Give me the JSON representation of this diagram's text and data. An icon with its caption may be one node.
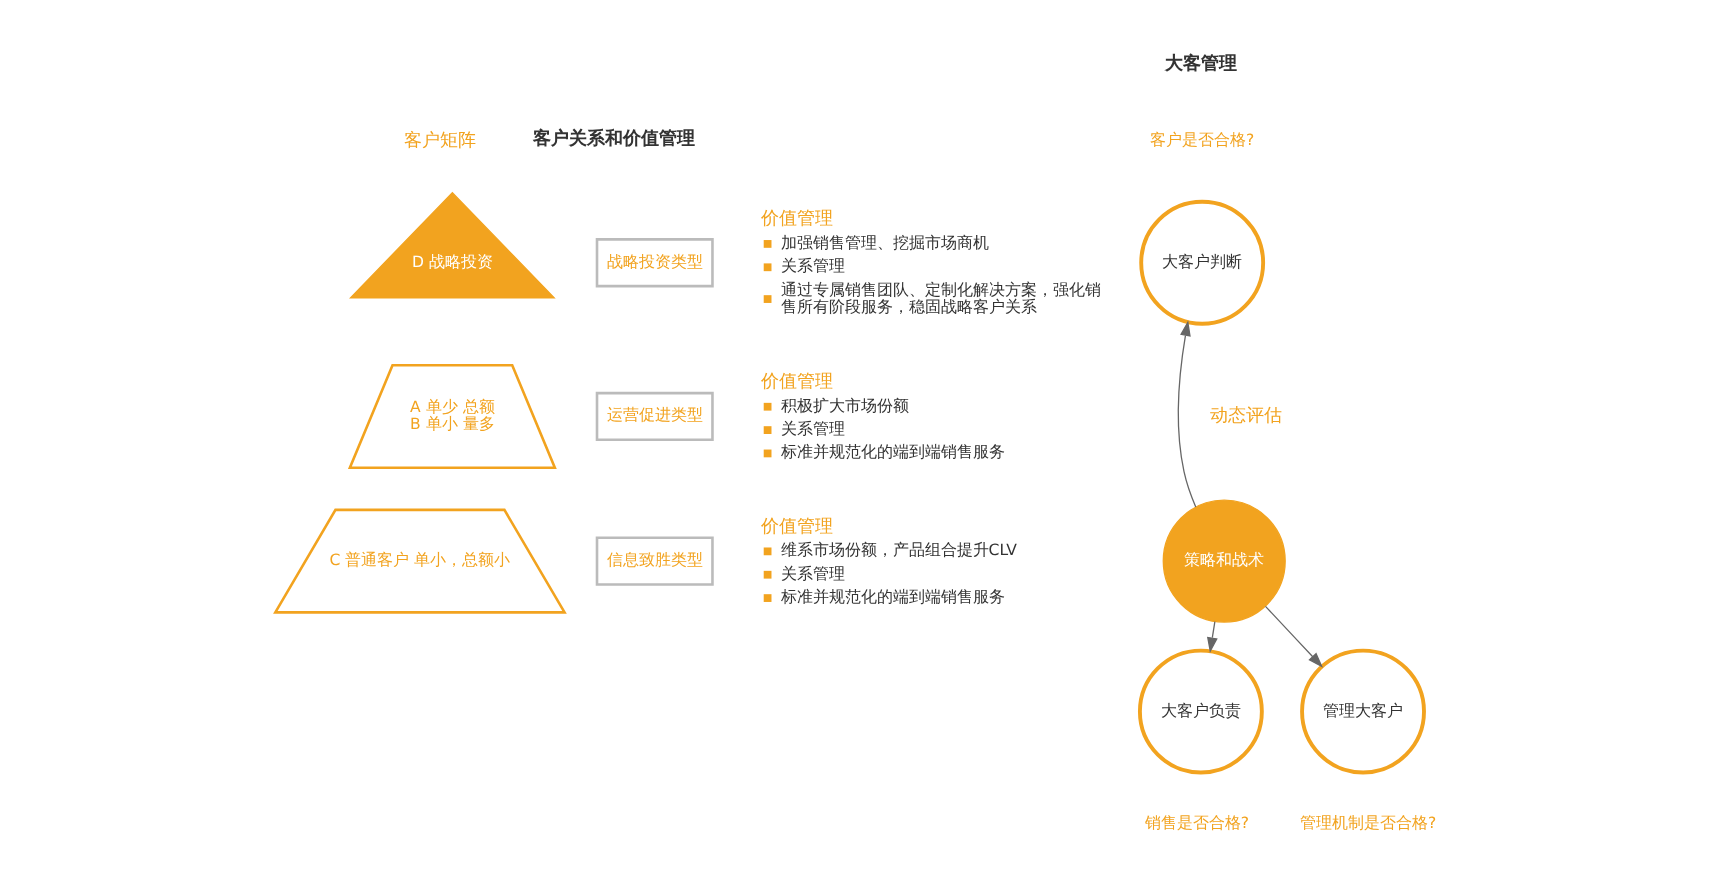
{
  "diagram": {
    "nodes": [
      {
        "text": [
          "D 战略投资"
        ]
      },
      {
        "text": [
          "A 单少 总额",
          "B 单小 量多"
        ]
      },
      {
        "text": [
          "C 普通客户 单小，总额小"
        ]
      },
      {
        "text": [
          "战略投资类型"
        ],
        "beside": [
          "价值管理",
          "加强销售管理、挖掘市场商机",
          "关系管理",
          "通过专属销售团队、定制化解决方案，强化销售所有阶段服务，稳固战略客户关系"
        ]
      },
      {
        "text": [
          "运营促进类型"
        ],
        "beside": [
          "价值管理",
          "积极扩大市场份额",
          "关系管理",
          "标准并规范化的端到端销售服务"
        ]
      },
      {
        "text": [
          "信息致胜类型"
        ],
        "beside": [
          "价值管理",
          "维系市场份额，产品组合提升CLV",
          "关系管理",
          "标准并规范化的端到端销售服务"
        ]
      },
      {
        "text": [
          "策略和战术"
        ]
      },
      {
        "text": [
          "大客户判断"
        ],
        "beside": [
          "客户是否合格?"
        ]
      },
      {
        "text": [
          "大客户负责"
        ],
        "beside": [
          "销售是否合格?"
        ]
      },
      {
        "text": [
          "管理大客户"
        ],
        "beside": [
          "管理机制是否合格?"
        ]
      }
    ],
    "edges": [
      {
        "from": 6,
        "to": 7,
        "arrow": "to"
      },
      {
        "from": 6,
        "to": 8,
        "arrow": "to"
      },
      {
        "from": 6,
        "to": 9,
        "arrow": "to"
      }
    ],
    "labels": [
      "客户矩阵",
      "客户关系和价值管理",
      "大客管理",
      "动态评估"
    ]
  }
}
